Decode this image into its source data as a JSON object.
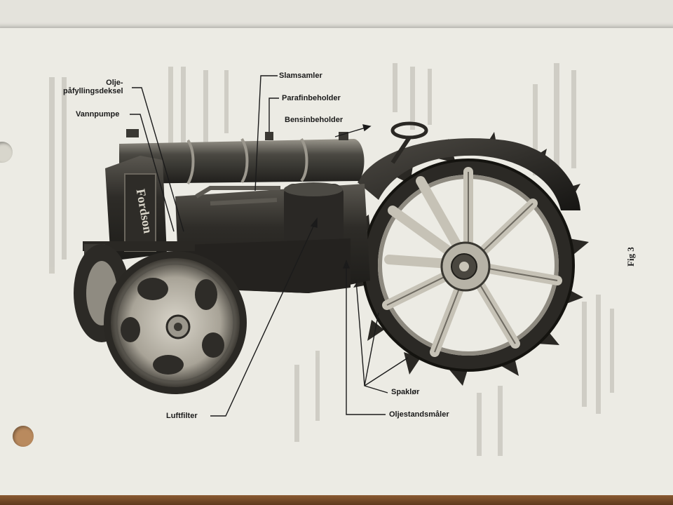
{
  "figure": {
    "caption": "Fig 3",
    "brand_on_radiator": "Fordson"
  },
  "labels": {
    "oil_filler_cap": "Olje-\npåfyllingsdeksel",
    "water_pump": "Vannpumpe",
    "sediment_bowl": "Slamsamler",
    "kerosene_tank": "Parafinbeholder",
    "gasoline_tank": "Bensinbeholder",
    "air_filter": "Luftfilter",
    "wheel_spuds": "Spaklør",
    "oil_level_gauge": "Oljestandsmåler"
  }
}
